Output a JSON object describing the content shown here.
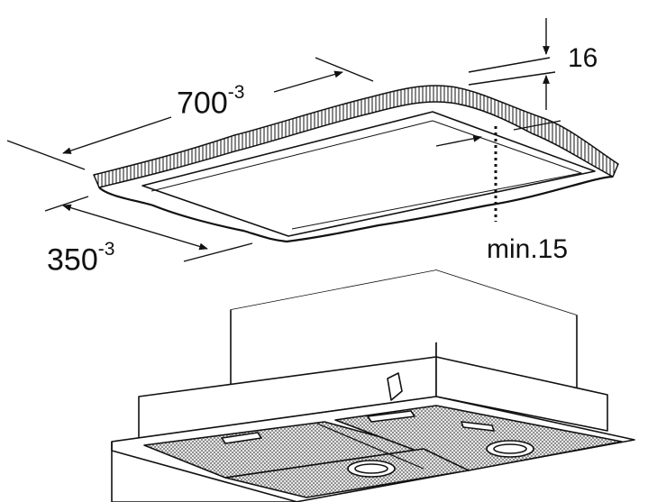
{
  "dimensions": {
    "width": {
      "value": "700",
      "tolerance": "-3"
    },
    "depth": {
      "value": "350",
      "tolerance": "-3"
    },
    "thickness": {
      "value": "16"
    },
    "clearance": {
      "value": "min.15"
    }
  },
  "colors": {
    "line": "#111111",
    "filter_mesh": "#7a7a7a",
    "background": "#ffffff"
  }
}
